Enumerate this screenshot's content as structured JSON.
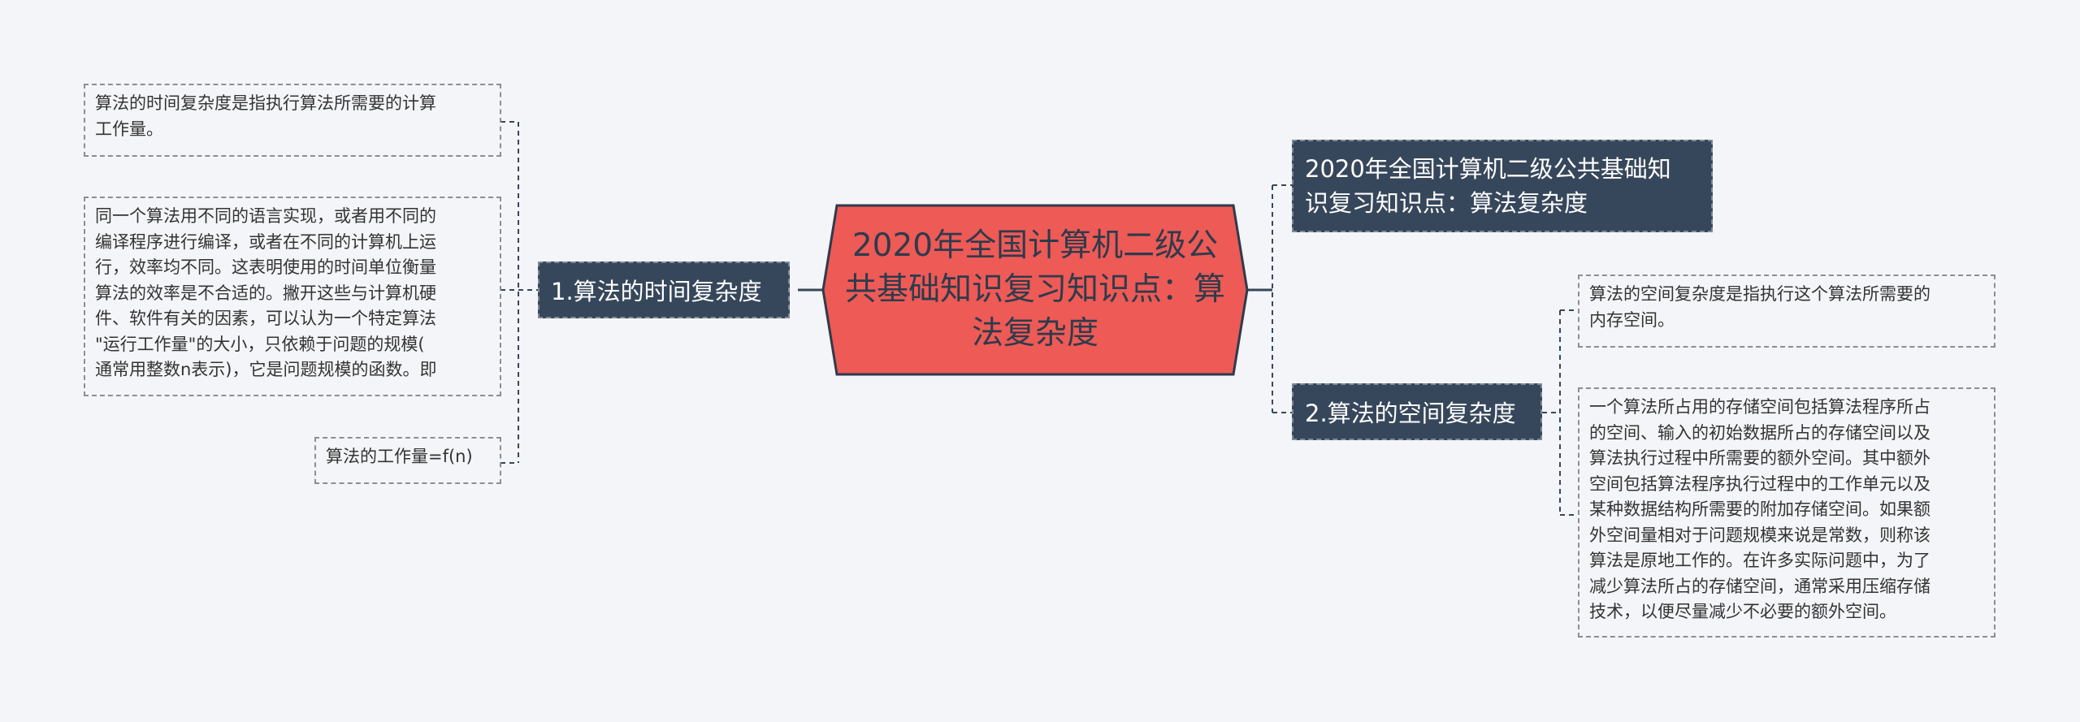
{
  "central": {
    "text": "2020年全国计算机二级公共基础知识复习知识点：算法复杂度"
  },
  "branches": [
    {
      "label": "1.算法的时间复杂度",
      "leaves": [
        [
          "算法的时间复杂度是指执行算法所需要的计算",
          "工作量。"
        ],
        [
          "同一个算法用不同的语言实现，或者用不同的",
          "编译程序进行编译，或者在不同的计算机上运",
          "行，效率均不同。这表明使用的时间单位衡量",
          "算法的效率是不合适的。撇开这些与计算机硬",
          "件、软件有关的因素，可以认为一个特定算法",
          "\"运行工作量\"的大小，只依赖于问题的规模(",
          "通常用整数n表示)，它是问题规模的函数。即"
        ],
        [
          "算法的工作量=f(n)"
        ]
      ]
    },
    {
      "label": "2020年全国计算机二级公共基础知识复习知识点：算法复杂度",
      "lines": [
        "2020年全国计算机二级公共基础知",
        "识复习知识点：算法复杂度"
      ]
    },
    {
      "label": "2.算法的空间复杂度",
      "leaves": [
        [
          "算法的空间复杂度是指执行这个算法所需要的",
          "内存空间。"
        ],
        [
          "一个算法所占用的存储空间包括算法程序所占",
          "的空间、输入的初始数据所占的存储空间以及",
          "算法执行过程中所需要的额外空间。其中额外",
          "空间包括算法程序执行过程中的工作单元以及",
          "某种数据结构所需要的附加存储空间。如果额",
          "外空间量相对于问题规模来说是常数，则称该",
          "算法是原地工作的。在许多实际问题中，为了",
          "减少算法所占的存储空间，通常采用压缩存储",
          "技术，以便尽量减少不必要的额外空间。"
        ]
      ]
    }
  ],
  "colors": {
    "background": "#f4f5f8",
    "central_fill": "#ee5a56",
    "central_stroke": "#2d3b4c",
    "branch_fill": "#37475b",
    "branch_text": "#ffffff",
    "connector": "#37475b",
    "leaf_border": "#8a8f96"
  }
}
